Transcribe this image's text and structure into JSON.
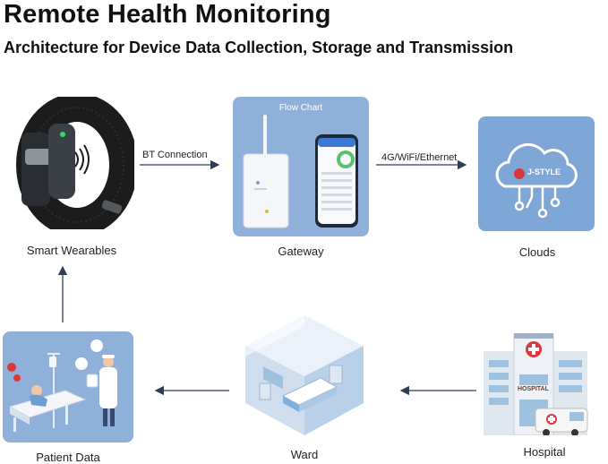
{
  "header": {
    "title": "Remote Health Monitoring",
    "subtitle": "Architecture for Device Data Collection, Storage and Transmission"
  },
  "nodes": {
    "wearables": {
      "label": "Smart Wearables"
    },
    "gateway": {
      "label": "Gateway",
      "panel_title": "Flow Chart"
    },
    "clouds": {
      "label": "Clouds",
      "logo_text": "J-STYLE"
    },
    "hospital": {
      "label": "Hospital",
      "sign_text": "HOSPITAL"
    },
    "ward": {
      "label": "Ward"
    },
    "patient": {
      "label": "Patient Data"
    }
  },
  "edges": {
    "bt": {
      "label": "BT Connection"
    },
    "net": {
      "label": "4G/WiFi/Ethernet"
    }
  },
  "colors": {
    "panel_blue": "#8fb0d8",
    "cloud_blue": "#7ea6d6",
    "arrow": "#2c3e55",
    "hospital_red": "#d9393a"
  }
}
